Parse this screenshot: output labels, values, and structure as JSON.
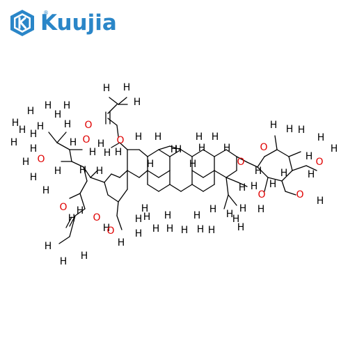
{
  "brand": {
    "name": "Kuujia",
    "reg_mark": "®",
    "icon": "k-hexagon-icon",
    "color": "#2a86c8"
  },
  "colors": {
    "hydrogen": "#000000",
    "oxygen": "#e00000",
    "bond": "#000000"
  },
  "labels": {
    "H": "H",
    "O": "O"
  }
}
